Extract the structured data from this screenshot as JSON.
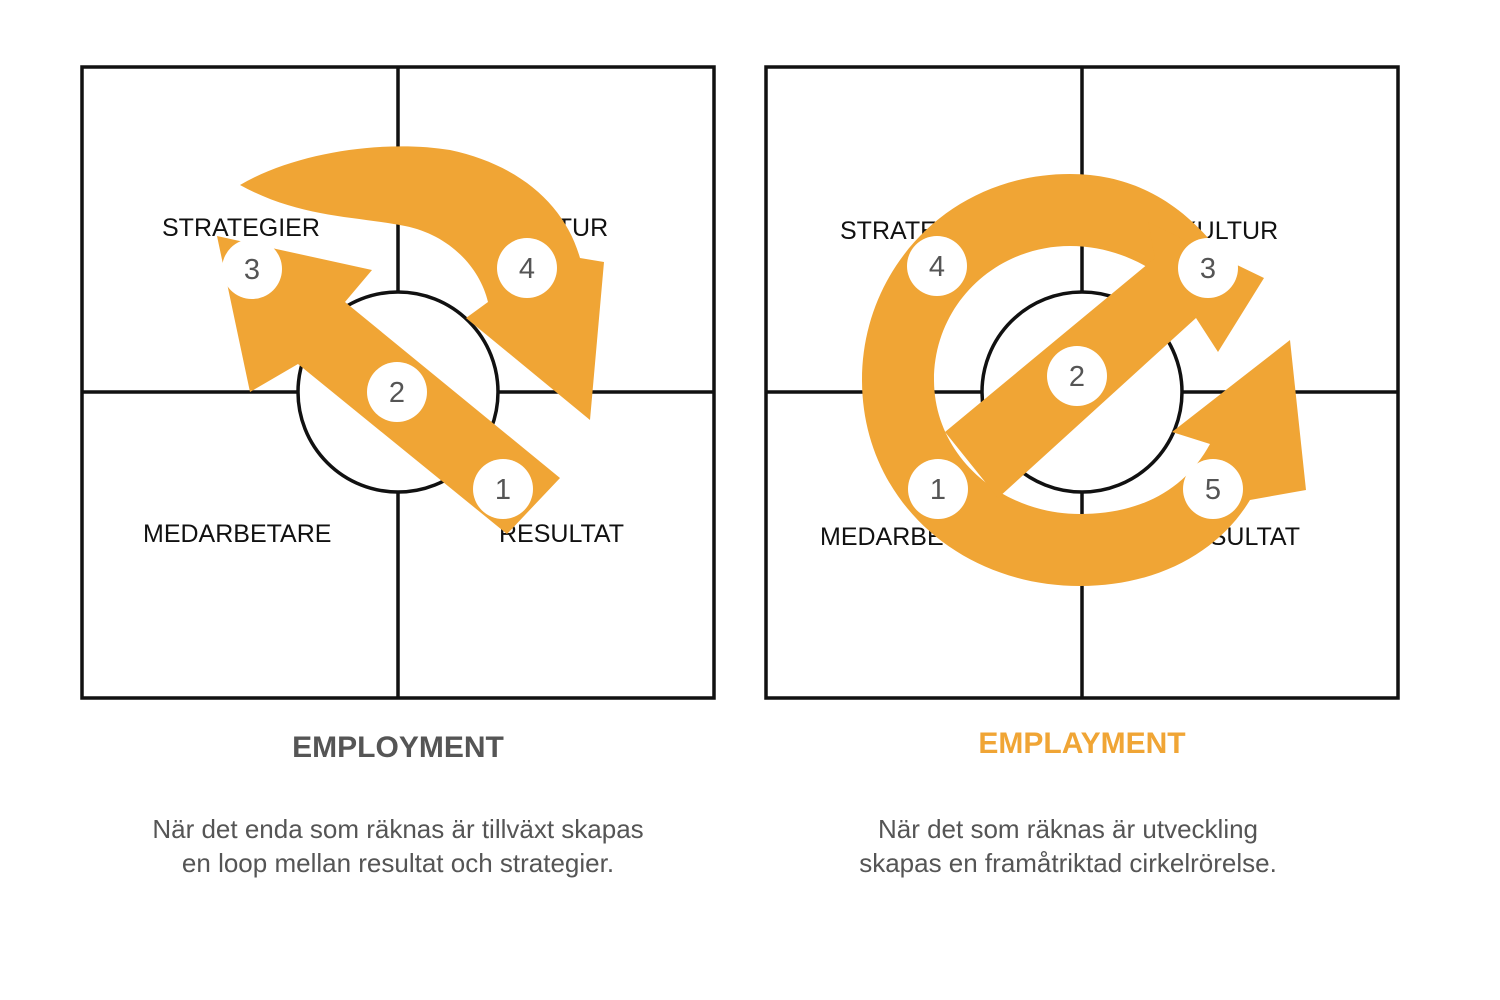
{
  "colors": {
    "arrow": "#F0A535",
    "title_left": "#555555",
    "title_right": "#F0A535",
    "text": "#555555",
    "lines": "#111111"
  },
  "left": {
    "quadrants": {
      "top_left": "STRATEGIER",
      "top_right": "KULTUR",
      "bottom_left": "MEDARBETARE",
      "bottom_right": "RESULTAT"
    },
    "steps": [
      "1",
      "2",
      "3",
      "4"
    ],
    "title": "EMPLOYMENT",
    "description": [
      "När det enda som räknas är tillväxt skapas",
      "en loop mellan resultat och strategier."
    ]
  },
  "right": {
    "quadrants": {
      "top_left": "STRATEGIER",
      "top_right": "KULTUR",
      "bottom_left": "MEDARBETARE",
      "bottom_right": "RESULTAT"
    },
    "steps": [
      "1",
      "2",
      "3",
      "4",
      "5"
    ],
    "title": "EMPLAYMENT",
    "description": [
      "När det som räknas är utveckling",
      "skapas en framåtriktad cirkelrörelse."
    ]
  }
}
